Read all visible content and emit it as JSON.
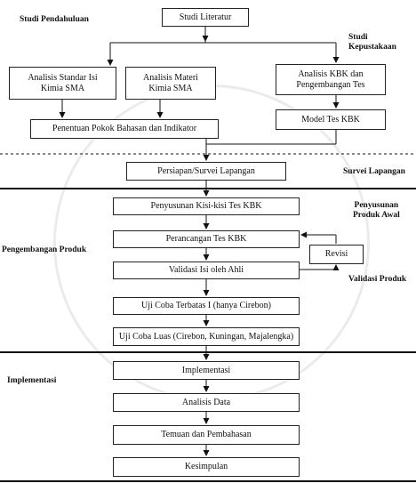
{
  "sections": {
    "studi_pendahuluan": "Studi Pendahuluan",
    "studi_kepustakaan": "Studi Kepustakaan",
    "survei_lapangan": "Survei Lapangan",
    "penyusunan_produk_awal_line1": "Penyusunan",
    "penyusunan_produk_awal_line2": "Produk Awal",
    "pengembangan_produk": "Pengembangan Produk",
    "validasi_produk": "Validasi Produk",
    "implementasi": "Implementasi"
  },
  "boxes": {
    "studi_literatur": "Studi Literatur",
    "analisis_standar_isi_1": "Analisis Standar Isi",
    "analisis_standar_isi_2": "Kimia SMA",
    "analisis_materi_1": "Analisis Materi",
    "analisis_materi_2": "Kimia SMA",
    "analisis_kbk_1": "Analisis KBK dan",
    "analisis_kbk_2": "Pengembangan Tes",
    "penentuan_pokok_bahasan": "Penentuan Pokok Bahasan dan Indikator",
    "model_tes_kbk": "Model Tes KBK",
    "persiapan_survei": "Persiapan/Survei Lapangan",
    "penyusunan_kisi_kisi": "Penyusunan Kisi-kisi Tes KBK",
    "perancangan_tes": "Perancangan Tes KBK",
    "validasi_isi": "Validasi Isi oleh Ahli",
    "revisi": "Revisi",
    "uji_coba_terbatas": "Uji Coba Terbatas I (hanya Cirebon)",
    "uji_coba_luas": "Uji Coba Luas (Cirebon, Kuningan, Majalengka)",
    "implementasi": "Implementasi",
    "analisis_data": "Analisis Data",
    "temuan_pembahasan": "Temuan dan Pembahasan",
    "kesimpulan": "Kesimpulan"
  }
}
